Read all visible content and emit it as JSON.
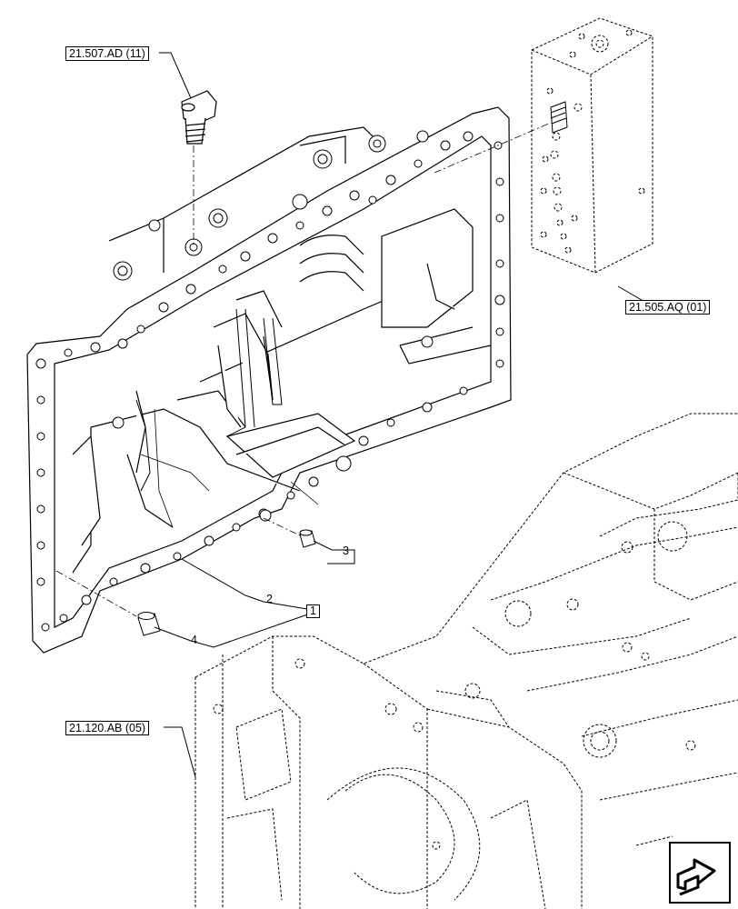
{
  "references": {
    "sensor_ref": "21.507.AD (11)",
    "valve_ref": "21.505.AQ (01)",
    "housing_ref": "21.120.AB (05)"
  },
  "callouts": {
    "item_1": "1",
    "item_2": "2",
    "item_3": "3",
    "item_4": "4"
  },
  "icons": {
    "navigation": "arrow-icon"
  }
}
